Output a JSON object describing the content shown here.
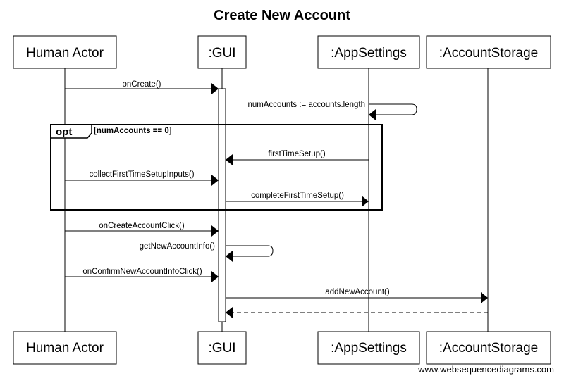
{
  "title": "Create New Account",
  "participants": [
    {
      "id": "human",
      "label": "Human Actor"
    },
    {
      "id": "gui",
      "label": ":GUI"
    },
    {
      "id": "settings",
      "label": ":AppSettings"
    },
    {
      "id": "storage",
      "label": ":AccountStorage"
    }
  ],
  "fragment": {
    "operator": "opt",
    "guard": "[numAccounts == 0]"
  },
  "messages": [
    {
      "label": "onCreate()",
      "from": "human",
      "to": "gui",
      "style": "solid"
    },
    {
      "label": "numAccounts := accounts.length",
      "from": "settings",
      "to": "settings",
      "style": "self"
    },
    {
      "label": "firstTimeSetup()",
      "from": "settings",
      "to": "gui",
      "style": "solid"
    },
    {
      "label": "collectFirstTimeSetupInputs()",
      "from": "human",
      "to": "gui",
      "style": "solid"
    },
    {
      "label": "completeFirstTimeSetup()",
      "from": "gui",
      "to": "settings",
      "style": "solid"
    },
    {
      "label": "onCreateAccountClick()",
      "from": "human",
      "to": "gui",
      "style": "solid"
    },
    {
      "label": "getNewAccountInfo()",
      "from": "gui",
      "to": "gui",
      "style": "self"
    },
    {
      "label": "onConfirmNewAccountInfoClick()",
      "from": "human",
      "to": "gui",
      "style": "solid"
    },
    {
      "label": "addNewAccount()",
      "from": "gui",
      "to": "storage",
      "style": "solid"
    },
    {
      "label": "",
      "from": "storage",
      "to": "gui",
      "style": "dashed"
    }
  ],
  "watermark": "www.websequencediagrams.com",
  "colors": {
    "line": "#000000",
    "background": "#ffffff"
  }
}
